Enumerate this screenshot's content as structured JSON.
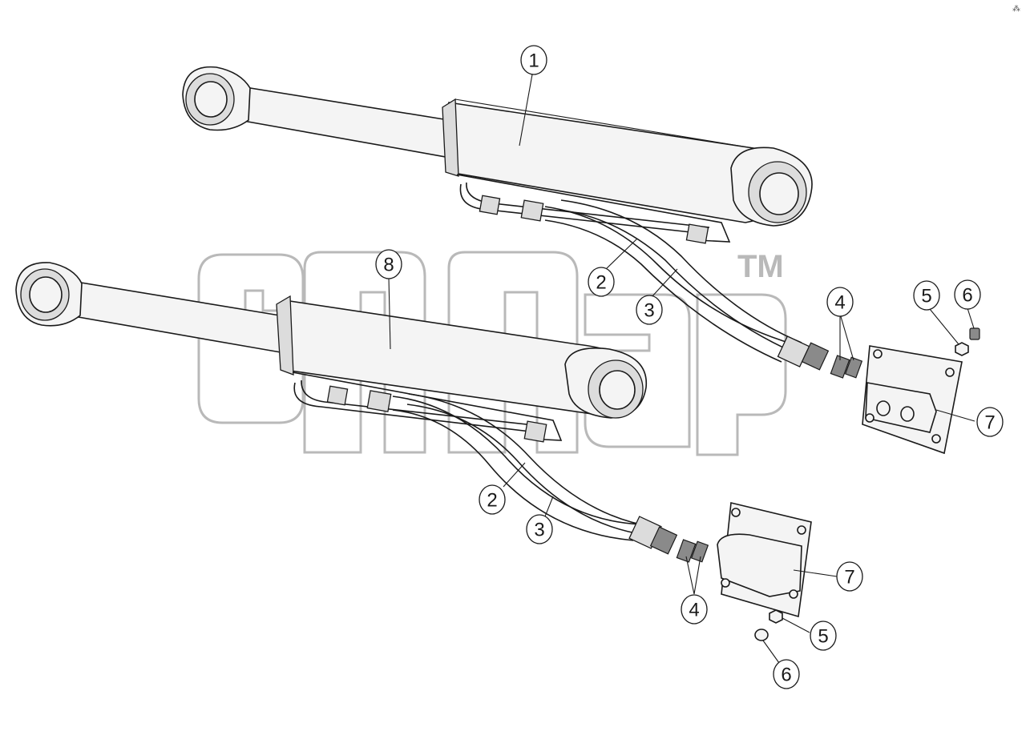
{
  "watermark": {
    "trademark": "TM"
  },
  "corner_mark": "⁂",
  "callouts": [
    {
      "label": "1"
    },
    {
      "label": "2"
    },
    {
      "label": "3"
    },
    {
      "label": "4"
    },
    {
      "label": "5"
    },
    {
      "label": "6"
    },
    {
      "label": "7"
    },
    {
      "label": "8"
    },
    {
      "label": "2"
    },
    {
      "label": "3"
    },
    {
      "label": "4"
    },
    {
      "label": "5"
    },
    {
      "label": "6"
    },
    {
      "label": "7"
    }
  ]
}
